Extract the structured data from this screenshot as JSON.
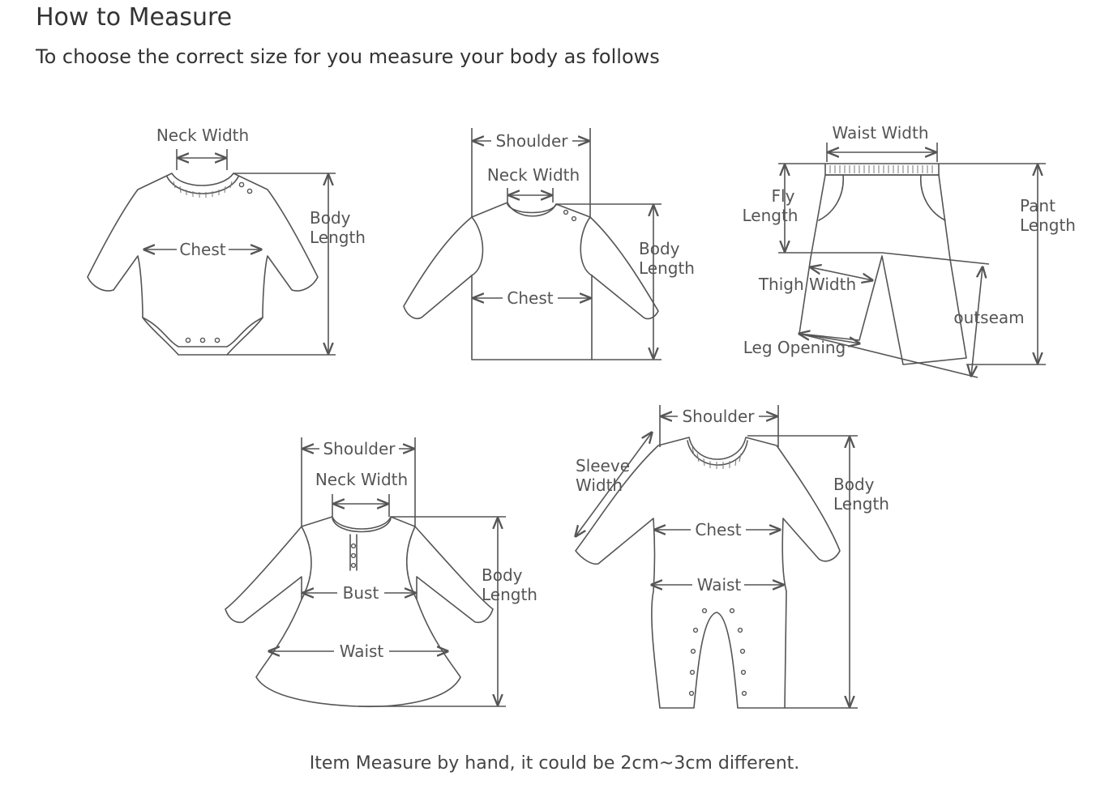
{
  "header": {
    "title": "How to Measure",
    "subtitle": "To choose the correct size for you measure your body as follows"
  },
  "footnote": "Item Measure by hand, it could be 2cm~3cm different.",
  "bodysuit": {
    "neck_width": "Neck Width",
    "chest": "Chest",
    "body_length_1": "Body",
    "body_length_2": "Length"
  },
  "tshirt": {
    "shoulder": "Shoulder",
    "neck_width": "Neck Width",
    "chest": "Chest",
    "body_length_1": "Body",
    "body_length_2": "Length"
  },
  "pants": {
    "waist_width": "Waist Width",
    "fly_length_1": "Fly",
    "fly_length_2": "Length",
    "thigh_width": "Thigh Width",
    "leg_opening": "Leg Opening",
    "outseam": "outseam",
    "pant_length_1": "Pant",
    "pant_length_2": "Length"
  },
  "dress": {
    "shoulder": "Shoulder",
    "neck_width": "Neck Width",
    "bust": "Bust",
    "waist": "Waist",
    "body_length_1": "Body",
    "body_length_2": "Length"
  },
  "romper": {
    "shoulder": "Shoulder",
    "sleeve_width_1": "Sleeve",
    "sleeve_width_2": "Width",
    "chest": "Chest",
    "waist": "Waist",
    "body_length_1": "Body",
    "body_length_2": "Length"
  }
}
